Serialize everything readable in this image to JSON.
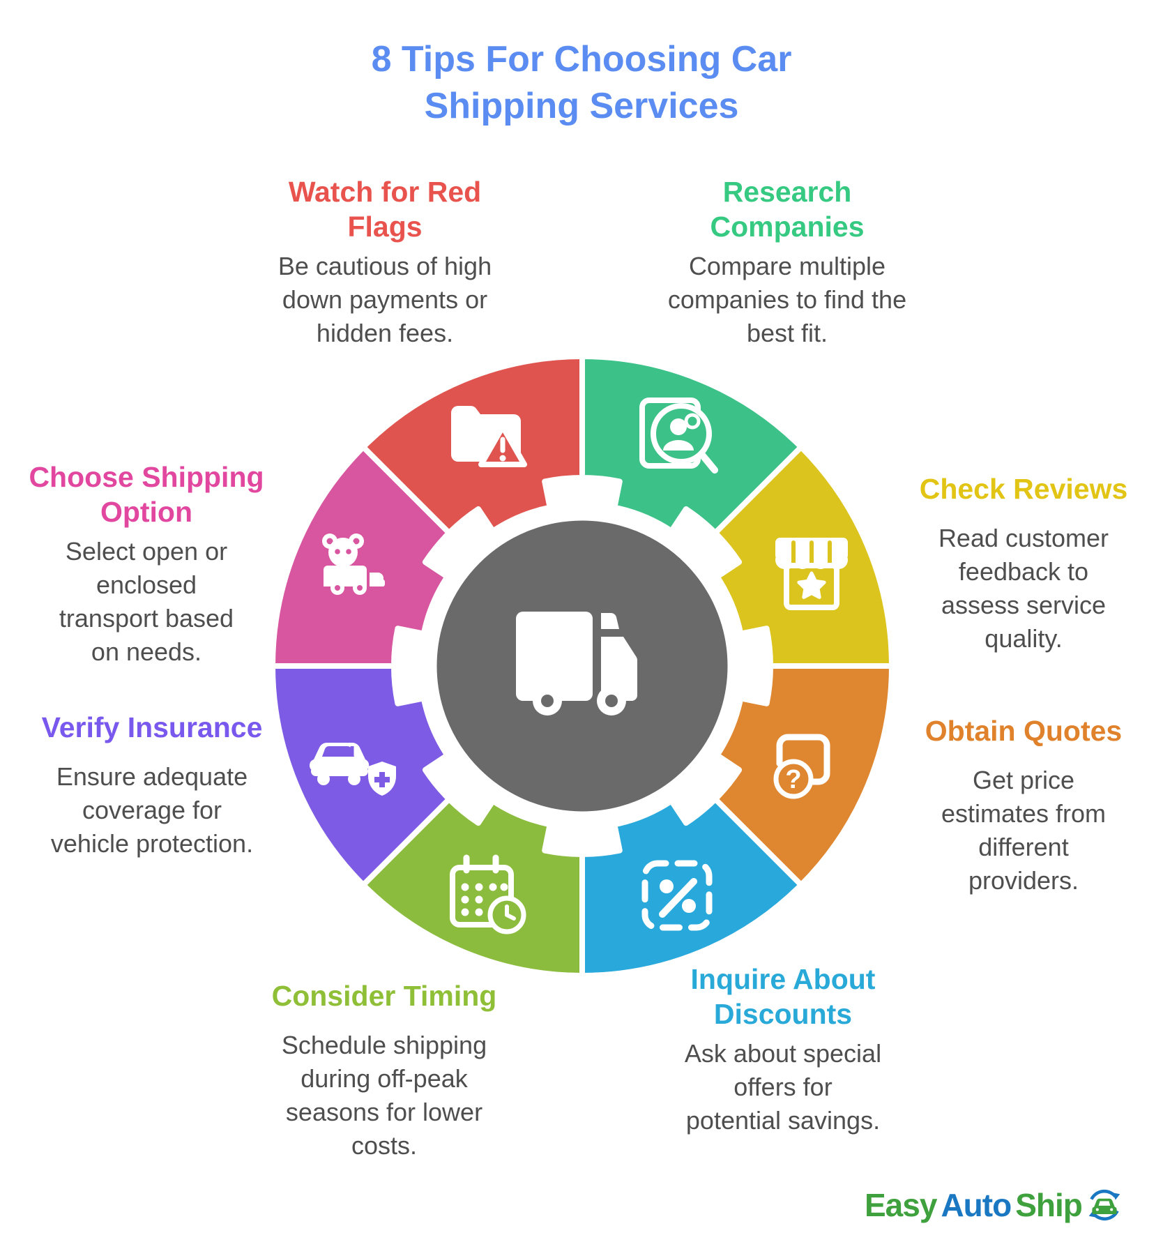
{
  "title": "8 Tips For Choosing Car\nShipping Services",
  "title_color": "#5B8CF2",
  "body_text_color": "#4E4E4E",
  "background_color": "#FFFFFF",
  "tips": [
    {
      "id": "research",
      "heading": "Research\nCompanies",
      "body": "Compare multiple\ncompanies to find the\nbest fit.",
      "color": "#35C981",
      "segment_color": "#3CC288",
      "icon": "person-search-icon"
    },
    {
      "id": "check-reviews",
      "heading": "Check Reviews",
      "body": "Read customer\nfeedback to\nassess service\nquality.",
      "color": "#E2C414",
      "segment_color": "#DCC41F",
      "icon": "storefront-star-icon"
    },
    {
      "id": "obtain-quotes",
      "heading": "Obtain Quotes",
      "body": "Get price\nestimates from\ndifferent\nproviders.",
      "color": "#E0812B",
      "segment_color": "#DF8730",
      "icon": "question-document-icon"
    },
    {
      "id": "inquire-discounts",
      "heading": "Inquire About\nDiscounts",
      "body": "Ask about special\noffers for\npotential savings.",
      "color": "#29A9D8",
      "segment_color": "#29A9DB",
      "icon": "percent-discount-icon"
    },
    {
      "id": "consider-timing",
      "heading": "Consider Timing",
      "body": "Schedule shipping\nduring off-peak\nseasons for lower\ncosts.",
      "color": "#8FBE37",
      "segment_color": "#8CBC3D",
      "icon": "calendar-clock-icon"
    },
    {
      "id": "verify-insurance",
      "heading": "Verify Insurance",
      "body": "Ensure adequate\ncoverage for\nvehicle protection.",
      "color": "#7958EE",
      "segment_color": "#7E5BE5",
      "icon": "car-shield-icon"
    },
    {
      "id": "choose-shipping",
      "heading": "Choose Shipping\nOption",
      "body": "Select open or\nenclosed\ntransport based\non needs.",
      "color": "#E2479F",
      "segment_color": "#D8569F",
      "icon": "teddy-truck-icon"
    },
    {
      "id": "red-flags",
      "heading": "Watch for Red\nFlags",
      "body": "Be cautious of high\ndown payments or\nhidden fees.",
      "color": "#E8534E",
      "segment_color": "#E05450",
      "icon": "folder-warning-icon"
    }
  ],
  "wheel": {
    "center_color": "#6A6A6A",
    "center_icon": "truck-icon",
    "segment_count": "8"
  },
  "logo": {
    "parts": [
      {
        "text": "Easy",
        "color": "#3EA13D"
      },
      {
        "text": "Auto",
        "color": "#1A78C2"
      },
      {
        "text": "Ship",
        "color": "#3EA13D"
      }
    ],
    "icon": "car-circular-arrows-icon"
  }
}
